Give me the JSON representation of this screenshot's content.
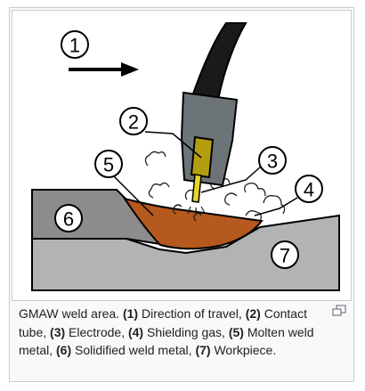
{
  "figure": {
    "labels": [
      "1",
      "2",
      "3",
      "4",
      "5",
      "6",
      "7"
    ]
  },
  "caption": {
    "lead": "GMAW weld area. ",
    "items": [
      {
        "num": "(1)",
        "text": " Direction of travel, "
      },
      {
        "num": "(2)",
        "text": " Contact tube, "
      },
      {
        "num": "(3)",
        "text": " Electrode, "
      },
      {
        "num": "(4)",
        "text": " Shielding gas, "
      },
      {
        "num": "(5)",
        "text": " Molten weld metal, "
      },
      {
        "num": "(6)",
        "text": " Solidified weld metal, "
      },
      {
        "num": "(7)",
        "text": " Workpiece."
      }
    ]
  },
  "icons": {
    "enlarge": "magnify-icon"
  },
  "colors": {
    "molten_metal": "#b5591f",
    "solidified_metal": "#8c8c8c",
    "workpiece": "#b3b3b3",
    "nozzle": "#6d7478",
    "contact_tube": "#b59d10",
    "electrode": "#e8d32a",
    "hose": "#1a1a1a"
  }
}
